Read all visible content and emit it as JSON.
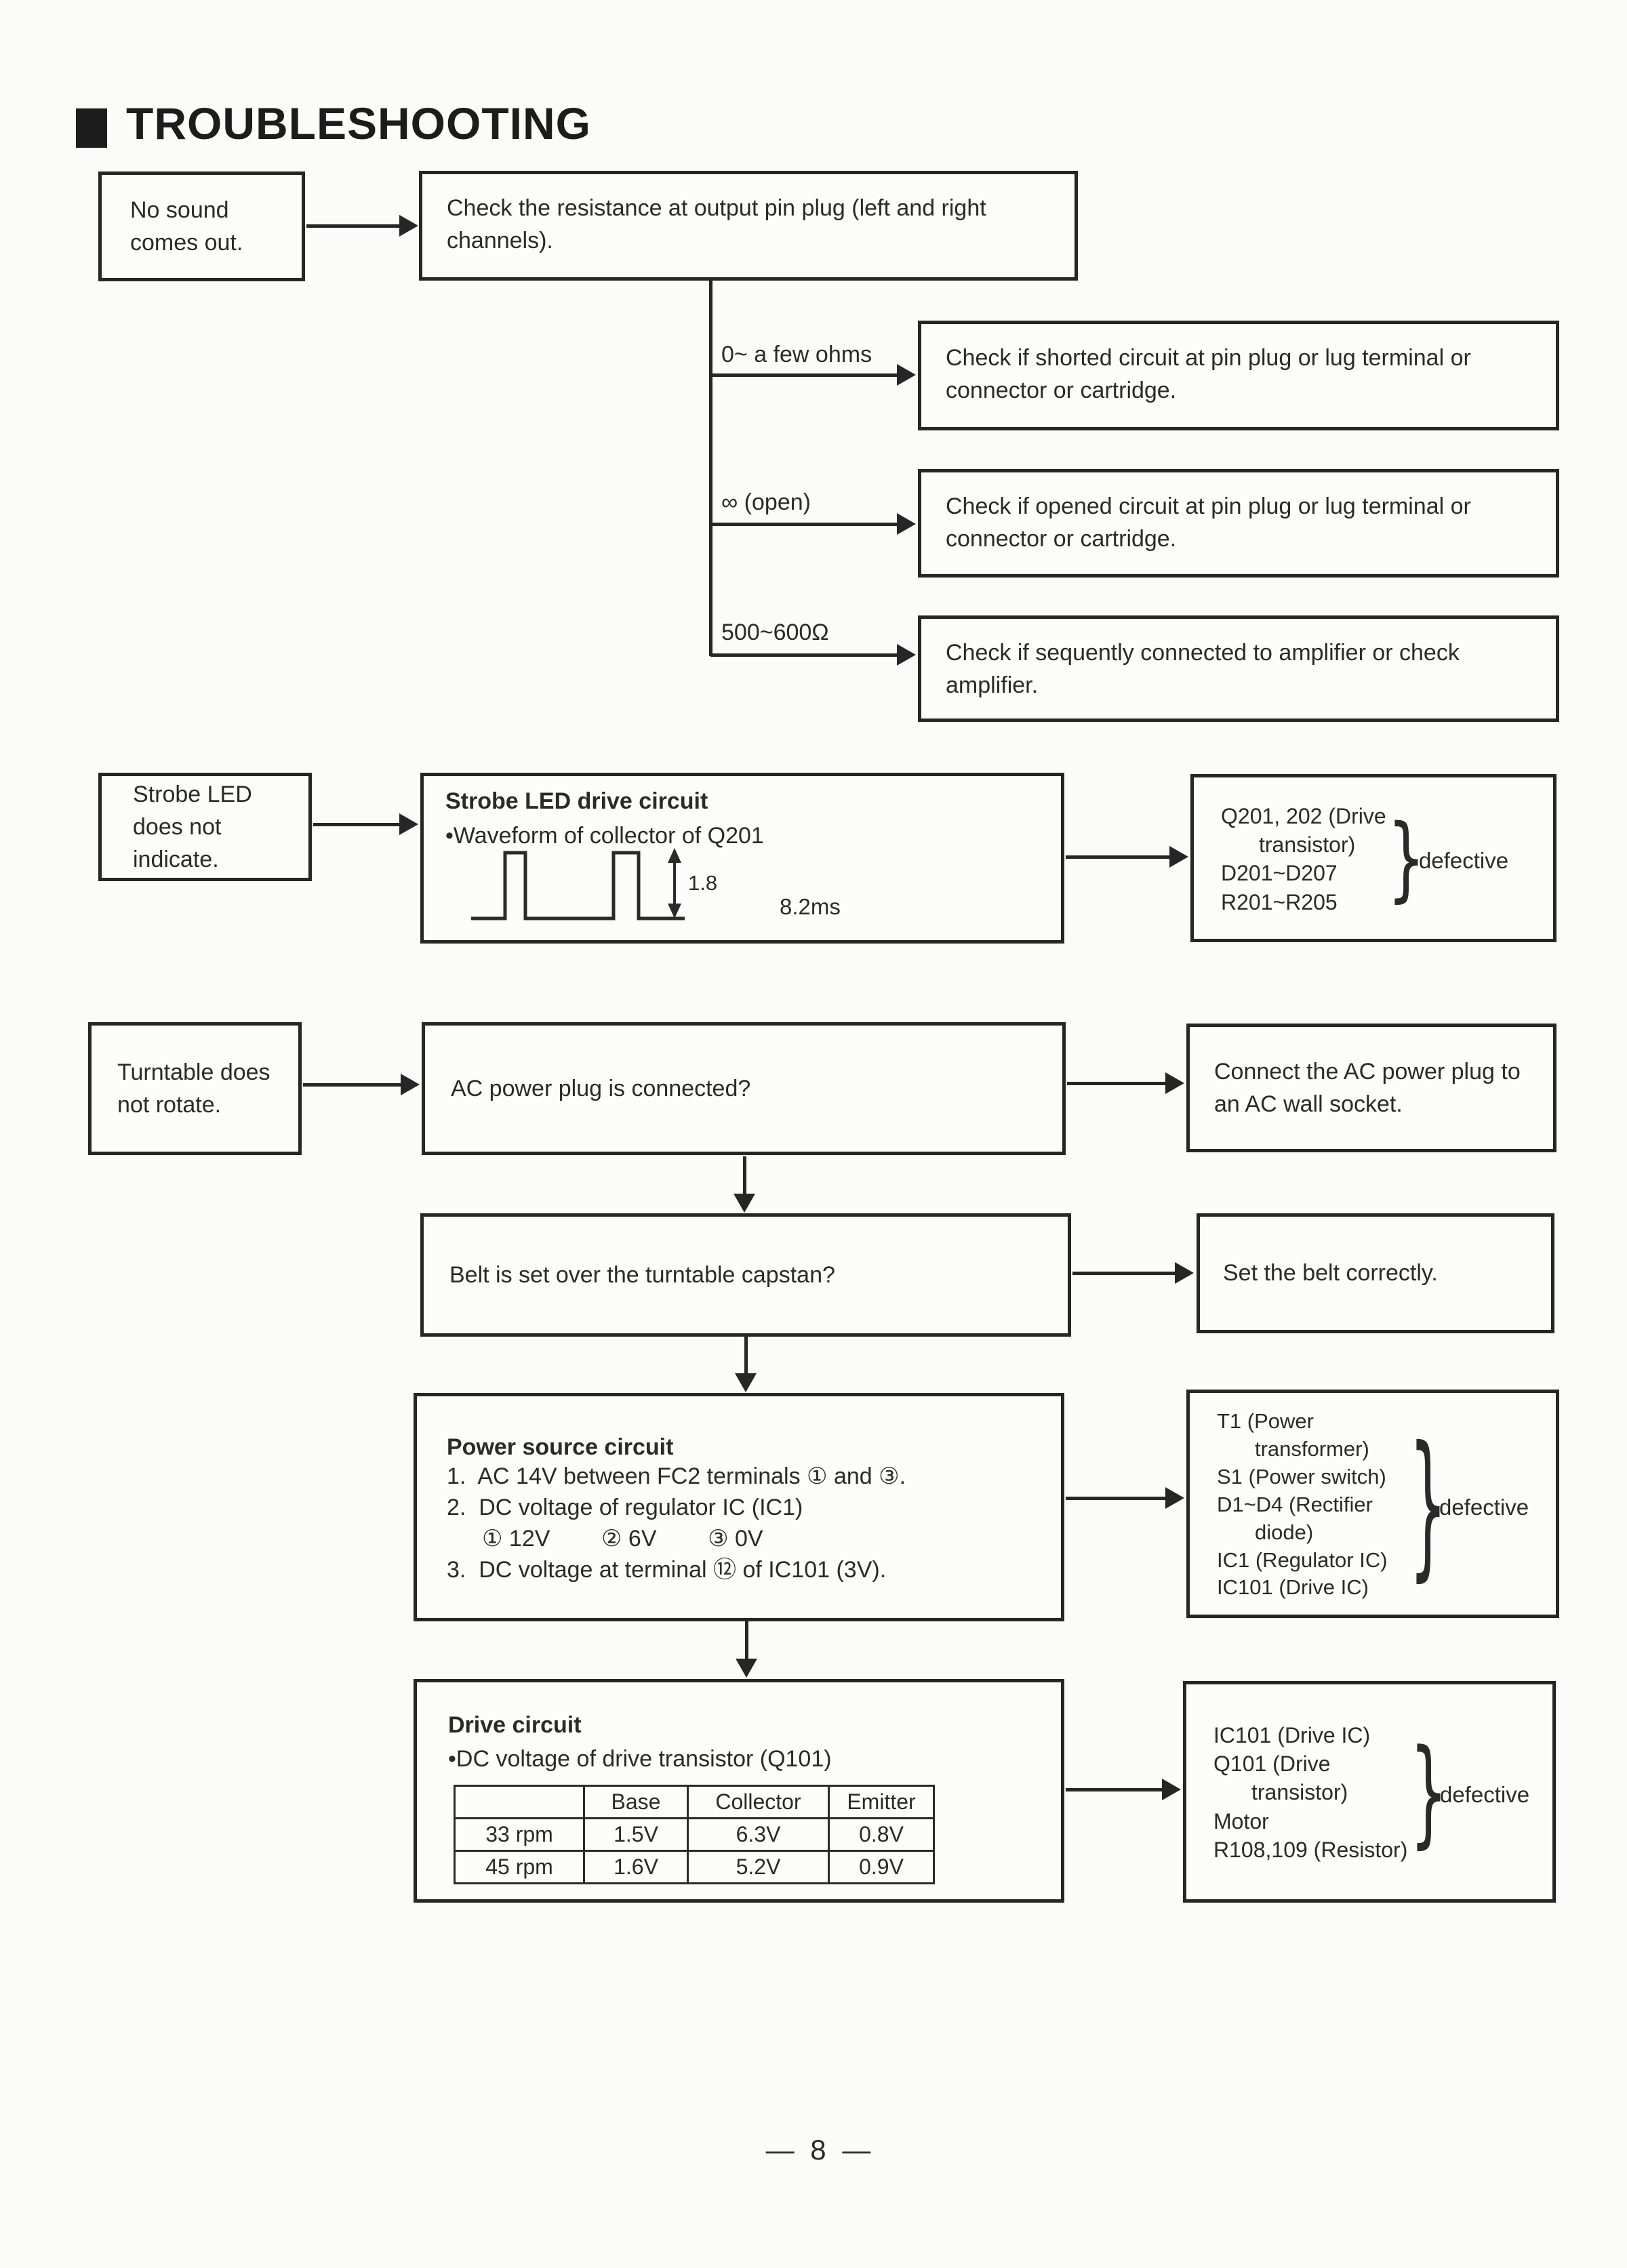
{
  "page": {
    "title": "TROUBLESHOOTING",
    "page_number": "— 8 —"
  },
  "flow1": {
    "symptom": "No sound comes out.",
    "step": "Check the resistance at output pin plug (left and right channels).",
    "branches": [
      {
        "condition": "0~ a few ohms",
        "action": "Check if shorted circuit at pin plug or lug terminal or connector or cartridge."
      },
      {
        "condition": "∞ (open)",
        "action": "Check if opened circuit at pin plug or lug terminal or connector or cartridge."
      },
      {
        "condition": "500~600Ω",
        "action": "Check if sequently connected to amplifier or check amplifier."
      }
    ]
  },
  "flow2": {
    "symptom": "Strobe LED does not indicate.",
    "step_title": "Strobe LED drive circuit",
    "step_bullet": "•Waveform of collector of Q201",
    "waveform": {
      "amplitude": "1.8",
      "period": "8.2ms"
    },
    "result_lines": [
      "Q201, 202 (Drive",
      "transistor)",
      "D201~D207",
      "R201~R205"
    ],
    "result_status": "defective"
  },
  "flow3": {
    "symptom": "Turntable does not rotate.",
    "step1": {
      "question": "AC power plug is connected?",
      "remedy": "Connect the AC power plug to an AC wall socket."
    },
    "step2": {
      "question": "Belt is set over the turntable capstan?",
      "remedy": "Set the belt correctly."
    },
    "step3": {
      "title": "Power source circuit",
      "line1": "1.  AC 14V between FC2 terminals ① and ③.",
      "line2": "2.  DC voltage of regulator IC (IC1)",
      "line3": "① 12V        ② 6V        ③ 0V",
      "line4": "3.  DC voltage at terminal ⑫ of IC101 (3V).",
      "result_lines": [
        "T1 (Power",
        "transformer)",
        "S1 (Power switch)",
        "D1~D4 (Rectifier",
        "diode)",
        "IC1 (Regulator IC)",
        "IC101 (Drive IC)"
      ],
      "result_status": "defective"
    },
    "step4": {
      "title": "Drive circuit",
      "bullet": "•DC voltage of drive transistor (Q101)",
      "table": {
        "headers": [
          "",
          "Base",
          "Collector",
          "Emitter"
        ],
        "rows": [
          [
            "33 rpm",
            "1.5V",
            "6.3V",
            "0.8V"
          ],
          [
            "45 rpm",
            "1.6V",
            "5.2V",
            "0.9V"
          ]
        ]
      },
      "result_lines": [
        "IC101 (Drive IC)",
        "Q101 (Drive",
        "transistor)",
        "Motor",
        "R108,109 (Resistor)"
      ],
      "result_status": "defective"
    }
  }
}
